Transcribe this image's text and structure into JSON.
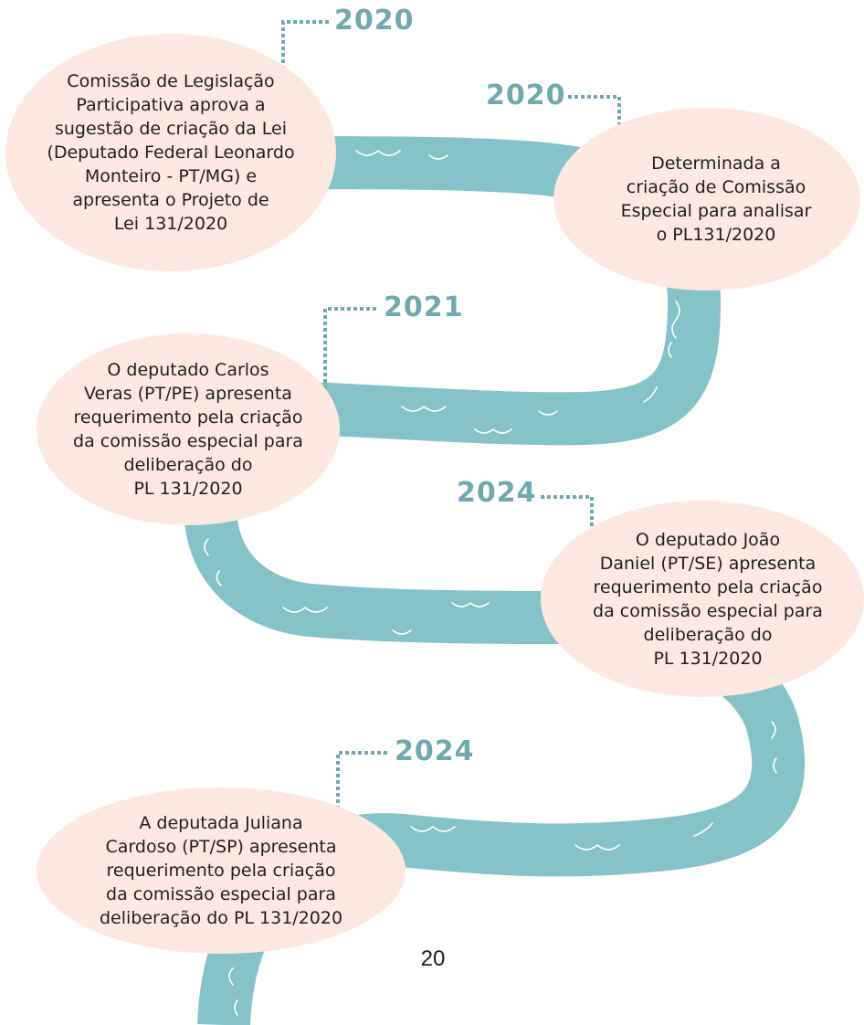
{
  "colors": {
    "river": "#85c3c9",
    "wave": "#ffffff",
    "bubble": "#fde9e2",
    "year": "#6fa8ad",
    "text": "#1f1d1e"
  },
  "timeline": [
    {
      "year": "2020",
      "text": "Comissão de Legislação\nParticipativa aprova a\nsugestão de criação da Lei\n(Deputado Federal Leonardo\nMonteiro - PT/MG) e\napresenta o Projeto de\nLei 131/2020"
    },
    {
      "year": "2020",
      "text": "Determinada a\ncriação de Comissão\nEspecial para analisar\no PL131/2020"
    },
    {
      "year": "2021",
      "text": "O deputado Carlos\nVeras (PT/PE) apresenta\nrequerimento pela criação\nda comissão especial para\ndeliberação do\nPL 131/2020"
    },
    {
      "year": "2024",
      "text": "O deputado João\nDaniel (PT/SE) apresenta\nrequerimento pela criação\nda comissão especial para\ndeliberação do\nPL 131/2020"
    },
    {
      "year": "2024",
      "text": "A deputada Juliana\nCardoso (PT/SP) apresenta\nrequerimento pela criação\nda comissão especial para\ndeliberação do PL 131/2020"
    }
  ],
  "page_number": "20"
}
